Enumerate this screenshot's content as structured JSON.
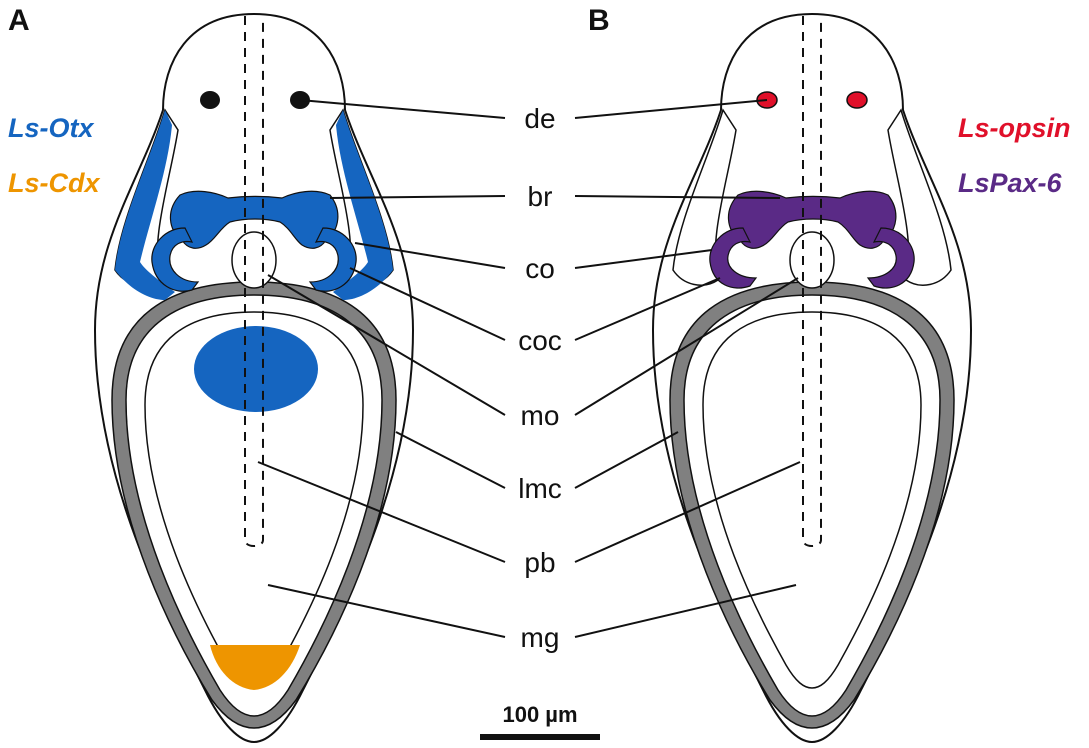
{
  "panels": [
    {
      "letter": "A",
      "genes": [
        {
          "name": "Ls-Otx",
          "color": "#1565c0"
        },
        {
          "name": "Ls-Cdx",
          "color": "#ee9500"
        }
      ]
    },
    {
      "letter": "B",
      "genes": [
        {
          "name": "Ls-opsin",
          "color": "#e0102a"
        },
        {
          "name": "LsPax-6",
          "color": "#5a2a86"
        }
      ]
    }
  ],
  "labels": [
    "de",
    "br",
    "co",
    "coc",
    "mo",
    "lmc",
    "pb",
    "mg"
  ],
  "scale_bar": "100 µm",
  "colors": {
    "outline": "#111111",
    "gut_wall": "#808080",
    "otx": "#1565c0",
    "cdx": "#ee9500",
    "opsin": "#e0102a",
    "pax6": "#5a2a86"
  }
}
